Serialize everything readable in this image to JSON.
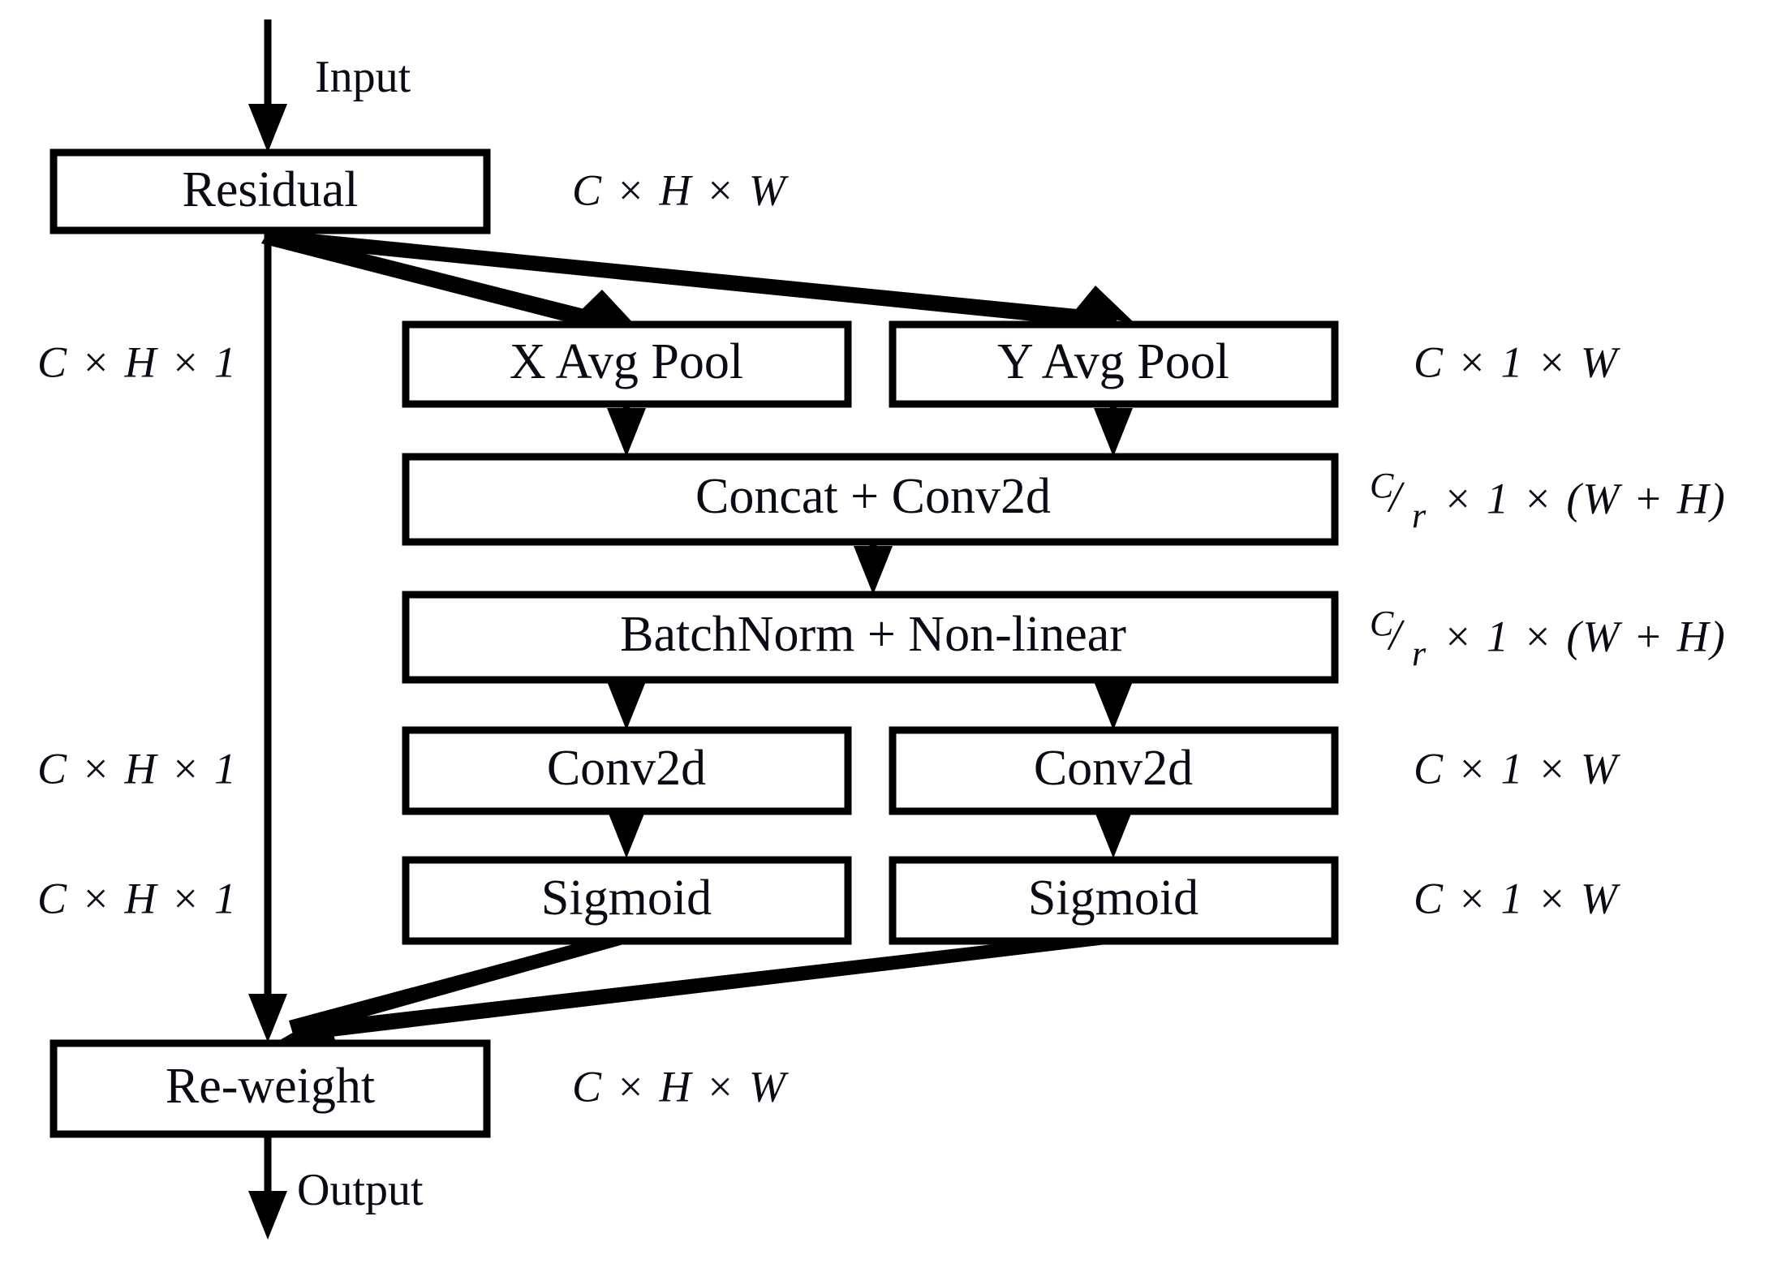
{
  "figure": {
    "type": "block-diagram",
    "title": "Coordinate Attention block",
    "background": "#ffffff",
    "stroke_color": "#000000",
    "text_color": "#0a0a14"
  },
  "flow_labels": {
    "input": "Input",
    "output": "Output"
  },
  "blocks": [
    {
      "id": "residual",
      "label": "Residual"
    },
    {
      "id": "x_avg_pool",
      "label": "X Avg Pool"
    },
    {
      "id": "y_avg_pool",
      "label": "Y Avg Pool"
    },
    {
      "id": "concat",
      "label": "Concat + Conv2d"
    },
    {
      "id": "batchnorm",
      "label": "BatchNorm + Non-linear"
    },
    {
      "id": "conv2d_l",
      "label": "Conv2d"
    },
    {
      "id": "conv2d_r",
      "label": "Conv2d"
    },
    {
      "id": "sigmoid_l",
      "label": "Sigmoid"
    },
    {
      "id": "sigmoid_r",
      "label": "Sigmoid"
    },
    {
      "id": "reweight",
      "label": "Re-weight"
    }
  ],
  "dim_labels": {
    "residual": {
      "text": "C × H × W"
    },
    "left_pool": {
      "text": "C × H × 1"
    },
    "right_pool": {
      "text": "C × 1 × W"
    },
    "concat": {
      "num": "C",
      "den": "r",
      "rest": "× 1 × (W + H)"
    },
    "batchnorm": {
      "num": "C",
      "den": "r",
      "rest": "× 1 × (W + H)"
    },
    "left_conv": {
      "text": "C × H × 1"
    },
    "right_conv": {
      "text": "C × 1 × W"
    },
    "left_sig": {
      "text": "C × H × 1"
    },
    "right_sig": {
      "text": "C × 1 × W"
    },
    "reweight": {
      "text": "C × H × W"
    }
  },
  "edges": [
    {
      "id": "input-to-residual",
      "from": "input",
      "to": "residual"
    },
    {
      "id": "residual-to-x-avg-pool",
      "from": "residual",
      "to": "x_avg_pool"
    },
    {
      "id": "residual-to-y-avg-pool",
      "from": "residual",
      "to": "y_avg_pool"
    },
    {
      "id": "residual-skip-to-reweight",
      "from": "residual",
      "to": "reweight"
    },
    {
      "id": "x-avg-pool-to-concat",
      "from": "x_avg_pool",
      "to": "concat"
    },
    {
      "id": "y-avg-pool-to-concat",
      "from": "y_avg_pool",
      "to": "concat"
    },
    {
      "id": "concat-to-batchnorm",
      "from": "concat",
      "to": "batchnorm"
    },
    {
      "id": "batchnorm-to-conv2d-left",
      "from": "batchnorm",
      "to": "conv2d_l"
    },
    {
      "id": "batchnorm-to-conv2d-right",
      "from": "batchnorm",
      "to": "conv2d_r"
    },
    {
      "id": "conv2d-left-to-sigmoid-left",
      "from": "conv2d_l",
      "to": "sigmoid_l"
    },
    {
      "id": "conv2d-right-to-sigmoid-right",
      "from": "conv2d_r",
      "to": "sigmoid_r"
    },
    {
      "id": "sigmoid-left-to-reweight",
      "from": "sigmoid_l",
      "to": "reweight"
    },
    {
      "id": "sigmoid-right-to-reweight",
      "from": "sigmoid_r",
      "to": "reweight"
    },
    {
      "id": "reweight-to-output",
      "from": "reweight",
      "to": "output"
    }
  ]
}
